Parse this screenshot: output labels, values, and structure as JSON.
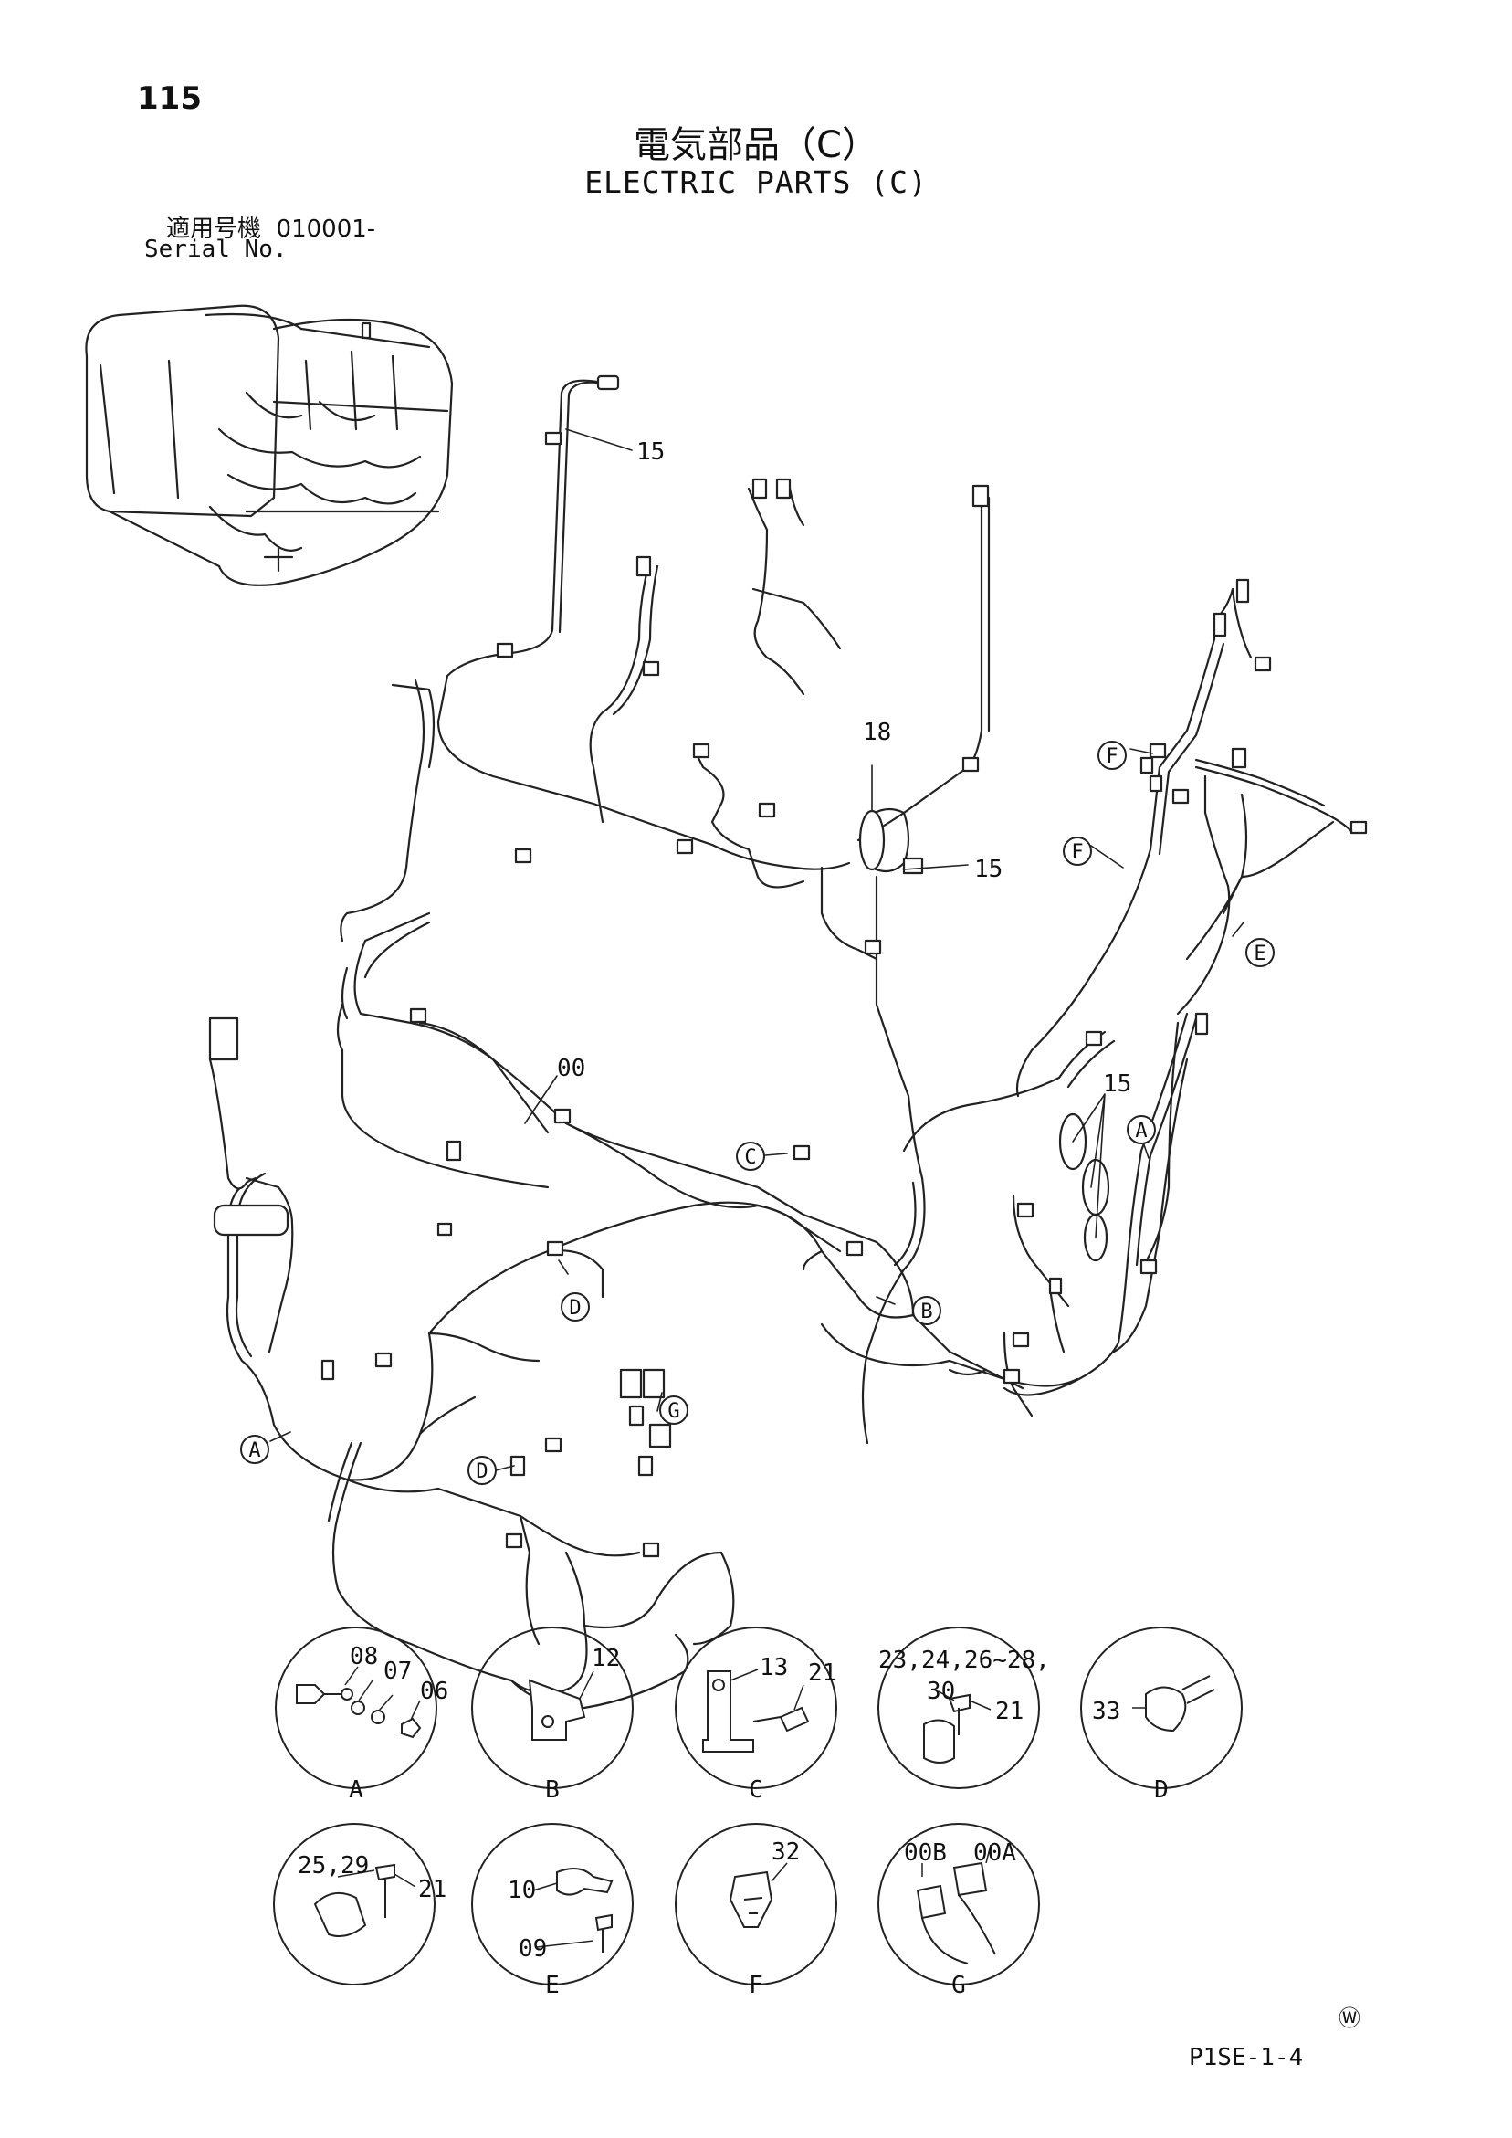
{
  "page": {
    "number": "115",
    "title_jp": "電気部品（C）",
    "title_en": "ELECTRIC PARTS (C)",
    "serial_label_jp": "適用号機",
    "serial_value": "010001-",
    "serial_label_en": "Serial No.",
    "doc_code": "P1SE-1-4",
    "corner_mark": "Ⓦ"
  },
  "callouts": {
    "c15_top": "15",
    "c18": "18",
    "c15_mid": "15",
    "c00": "00",
    "c15_right": "15"
  },
  "ref_markers": [
    {
      "id": "F1",
      "letter": "F"
    },
    {
      "id": "F2",
      "letter": "F"
    },
    {
      "id": "E1",
      "letter": "E"
    },
    {
      "id": "A1",
      "letter": "A"
    },
    {
      "id": "C1",
      "letter": "C"
    },
    {
      "id": "B1",
      "letter": "B"
    },
    {
      "id": "D1",
      "letter": "D"
    },
    {
      "id": "G1",
      "letter": "G"
    },
    {
      "id": "A2",
      "letter": "A"
    },
    {
      "id": "D2",
      "letter": "D"
    }
  ],
  "details": [
    {
      "letter": "A",
      "parts": [
        "08",
        "07",
        "06"
      ]
    },
    {
      "letter": "B",
      "parts": [
        "12"
      ]
    },
    {
      "letter": "C",
      "parts": [
        "13",
        "21"
      ]
    },
    {
      "letter": "",
      "parts": [
        "23,24,26~28,",
        "30",
        "21"
      ]
    },
    {
      "letter": "D",
      "parts": [
        "33"
      ]
    },
    {
      "letter": "",
      "parts": [
        "25,29",
        "21"
      ]
    },
    {
      "letter": "E",
      "parts": [
        "10",
        "09"
      ]
    },
    {
      "letter": "F",
      "parts": [
        "32"
      ]
    },
    {
      "letter": "G",
      "parts": [
        "00B",
        "00A"
      ]
    }
  ]
}
